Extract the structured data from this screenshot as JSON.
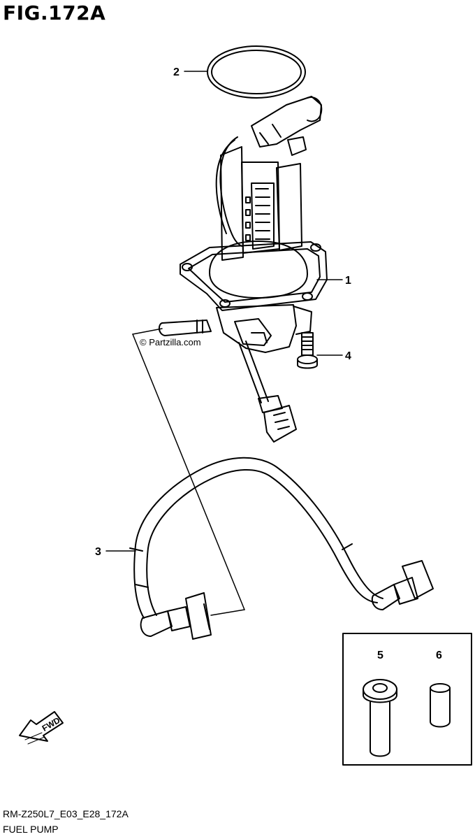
{
  "figure": {
    "title": "FIG.172A",
    "code": "RM-Z250L7_E03_E28_172A",
    "caption": "FUEL PUMP",
    "watermark": "© Partzilla.com"
  },
  "callouts": [
    {
      "id": "1",
      "label": "1"
    },
    {
      "id": "2",
      "label": "2"
    },
    {
      "id": "3",
      "label": "3"
    },
    {
      "id": "4",
      "label": "4"
    },
    {
      "id": "5",
      "label": "5"
    },
    {
      "id": "6",
      "label": "6"
    }
  ],
  "direction": {
    "label": "FWD"
  },
  "colors": {
    "line": "#000000",
    "background": "#ffffff"
  }
}
